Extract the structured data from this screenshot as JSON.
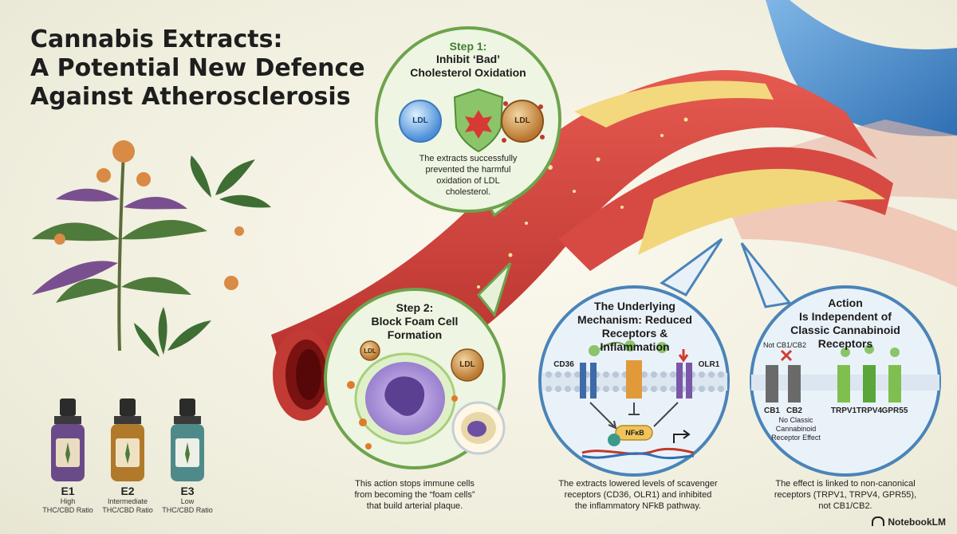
{
  "title": {
    "line1": "Cannabis Extracts:",
    "line2": "A Potential New Defence",
    "line3": "Against Atherosclerosis"
  },
  "step1": {
    "label": "Step 1:",
    "heading_line1": "Inhibit ‘Bad’",
    "heading_line2": "Cholesterol Oxidation",
    "ldl_left": "LDL",
    "ldl_right": "LDL",
    "body": [
      "The extracts successfully",
      "prevented the harmful",
      "oxidation of LDL",
      "cholesterol."
    ]
  },
  "step2": {
    "label": "Step 2:",
    "heading_line1": "Block Foam Cell",
    "heading_line2": "Formation",
    "ldl_small": "LDL",
    "ldl_large": "LDL",
    "caption": [
      "This action stops immune cells",
      "from becoming the “foam cells”",
      "that build arterial plaque."
    ]
  },
  "mechanism": {
    "heading": [
      "The Underlying",
      "Mechanism: Reduced",
      "Receptors & Inflammation"
    ],
    "cd36": "CD36",
    "olr1": "OLR1",
    "nfkb": "NFκB",
    "caption": [
      "The extracts lowered levels of scavenger",
      "receptors (CD36, OLR1) and inhibited",
      "the inflammatory NFkB pathway."
    ]
  },
  "receptors": {
    "heading": [
      "Action",
      "Is Independent of",
      "Classic Cannabinoid",
      "Receptors"
    ],
    "not_cb": "Not CB1/CB2",
    "cb1": "CB1",
    "cb2": "CB2",
    "no_effect": [
      "No Classic",
      "Cannabinoid",
      "Receptor Effect"
    ],
    "trpv1": "TRPV1",
    "trpv4": "TRPV4",
    "gpr55": "GPR55",
    "caption": [
      "The effect is linked to non-canonical",
      "receptors (TRPV1, TRPV4, GPR55),",
      "not CB1/CB2."
    ]
  },
  "extracts": [
    {
      "code": "E1",
      "level": "High",
      "ratio": "THC/CBD Ratio",
      "color": "#6b4a8a"
    },
    {
      "code": "E2",
      "level": "Intermediate",
      "ratio": "THC/CBD Ratio",
      "color": "#b07a2a"
    },
    {
      "code": "E3",
      "level": "Low",
      "ratio": "THC/CBD Ratio",
      "color": "#4f8a8a"
    }
  ],
  "brand": "NotebookLM",
  "colors": {
    "accent_green": "#3f7f2e",
    "mechanism_blue": "#4a84b8",
    "artery_red": "#c53a36",
    "vein_blue": "#3d7fc4"
  }
}
